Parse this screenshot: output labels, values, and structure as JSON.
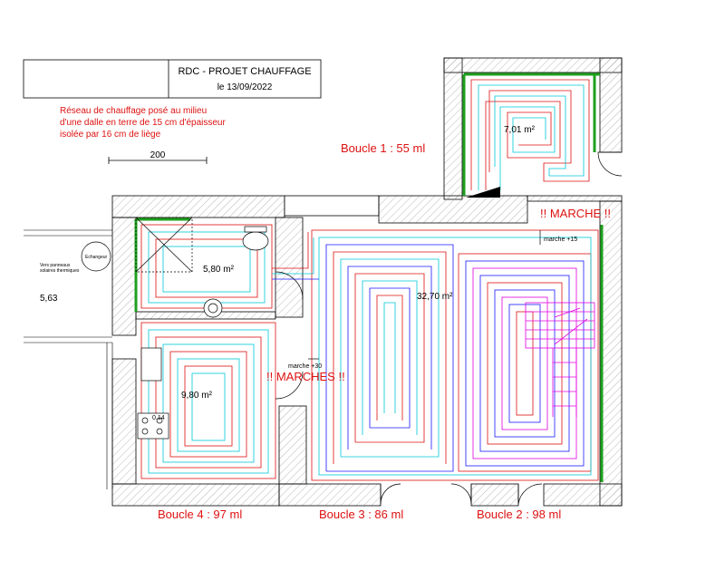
{
  "title_block": {
    "title": "RDC - PROJET CHAUFFAGE",
    "date": "le 13/09/2022"
  },
  "notes": [
    "Réseau de chauffage posé au milieu",
    "d'une dalle en terre de 15 cm d'épaisseur",
    "isolée par 16 cm de liège"
  ],
  "scale_label": "200",
  "boucles": [
    {
      "label": "Boucle 1 : 55 ml"
    },
    {
      "label": "Boucle 2 : 98 ml"
    },
    {
      "label": "Boucle 3 : 86 ml"
    },
    {
      "label": "Boucle 4 : 97 ml"
    }
  ],
  "areas": [
    {
      "label": "7,01 m²"
    },
    {
      "label": "32,70 m²"
    },
    {
      "label": "5,80 m²"
    },
    {
      "label": "9,80 m²"
    }
  ],
  "warnings": {
    "marche": "!! MARCHE !!",
    "marches": "!! MARCHES !!"
  },
  "small_labels": {
    "marche_15": "marche +15",
    "marche_30": "marche +30",
    "echangeur": "Echangeur",
    "cote": "5,63",
    "outdoor_1": "Vers panneaux",
    "outdoor_2": "solaires thermiques",
    "stove": "0.14"
  },
  "colors": {
    "wall_line": "#000000",
    "loop_red": "#e01010",
    "loop_cyan": "#00c8d8",
    "loop_blue": "#1a1aff",
    "loop_magenta": "#e000e0",
    "insulation_green": "#1ea01e",
    "annotation_red": "#dd1111"
  }
}
